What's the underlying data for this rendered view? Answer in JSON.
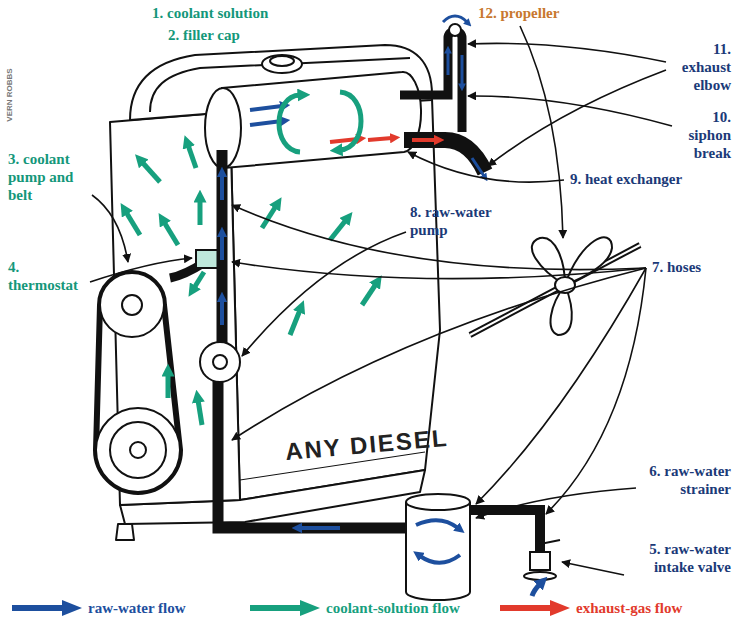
{
  "diagram": {
    "labels": [
      "1. coolant solution",
      "2. filler cap",
      "3. coolant pump and belt",
      "4. thermostat",
      "5. raw-water intake valve",
      "6. raw-water strainer",
      "7. hoses",
      "8. raw-water pump",
      "9. heat exchanger",
      "10. siphon break",
      "11. exhaust elbow",
      "12. propeller",
      "ANY DIESEL",
      "VERN ROBBS"
    ],
    "legend": [
      {
        "text": "raw-water flow",
        "color": "#1d4f9e"
      },
      {
        "text": "coolant-solution flow",
        "color": "#17a07e"
      },
      {
        "text": "exhaust-gas flow",
        "color": "#e23a2c"
      }
    ]
  }
}
